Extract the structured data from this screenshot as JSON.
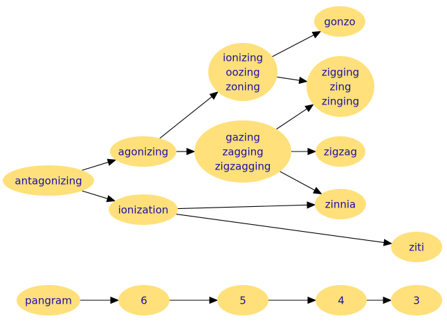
{
  "nodes": [
    {
      "id": "antagonizing",
      "lines": [
        "antagonizing"
      ]
    },
    {
      "id": "agonizing",
      "lines": [
        "agonizing"
      ]
    },
    {
      "id": "ionization",
      "lines": [
        "ionization"
      ]
    },
    {
      "id": "ionizing",
      "lines": [
        "ionizing",
        "oozing",
        "zoning"
      ]
    },
    {
      "id": "gazing",
      "lines": [
        "gazing",
        "zagging",
        "zigzagging"
      ]
    },
    {
      "id": "gonzo",
      "lines": [
        "gonzo"
      ]
    },
    {
      "id": "zigging",
      "lines": [
        "zigging",
        "zing",
        "zinging"
      ]
    },
    {
      "id": "zigzag",
      "lines": [
        "zigzag"
      ]
    },
    {
      "id": "zinnia",
      "lines": [
        "zinnia"
      ]
    },
    {
      "id": "ziti",
      "lines": [
        "ziti"
      ]
    },
    {
      "id": "pangram",
      "lines": [
        "pangram"
      ]
    },
    {
      "id": "n6",
      "lines": [
        "6"
      ]
    },
    {
      "id": "n5",
      "lines": [
        "5"
      ]
    },
    {
      "id": "n4",
      "lines": [
        "4"
      ]
    },
    {
      "id": "n3",
      "lines": [
        "3"
      ]
    }
  ],
  "edges": [
    {
      "from": "antagonizing",
      "to": "agonizing"
    },
    {
      "from": "antagonizing",
      "to": "ionization"
    },
    {
      "from": "agonizing",
      "to": "ionizing"
    },
    {
      "from": "agonizing",
      "to": "gazing"
    },
    {
      "from": "ionizing",
      "to": "gonzo"
    },
    {
      "from": "ionizing",
      "to": "zigging"
    },
    {
      "from": "gazing",
      "to": "zigging"
    },
    {
      "from": "gazing",
      "to": "zigzag"
    },
    {
      "from": "gazing",
      "to": "zinnia"
    },
    {
      "from": "ionization",
      "to": "zinnia"
    },
    {
      "from": "ionization",
      "to": "ziti"
    },
    {
      "from": "pangram",
      "to": "n6"
    },
    {
      "from": "n6",
      "to": "n5"
    },
    {
      "from": "n5",
      "to": "n4"
    },
    {
      "from": "n4",
      "to": "n3"
    }
  ],
  "colors": {
    "node_fill": "#ffe07a",
    "label": "#1a0da6",
    "edge": "#000000"
  }
}
